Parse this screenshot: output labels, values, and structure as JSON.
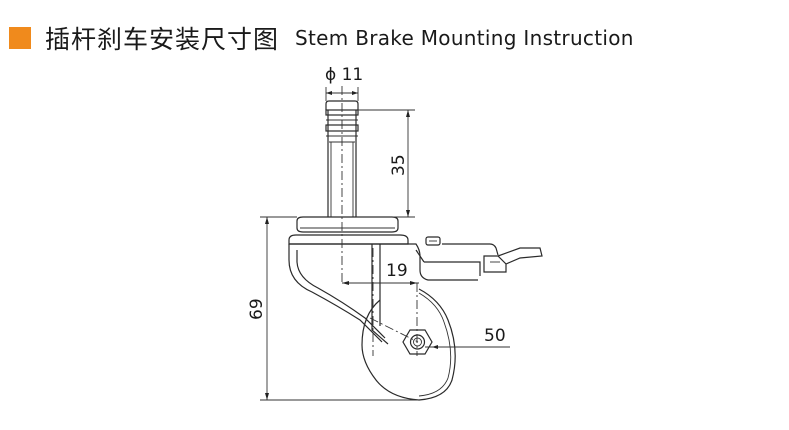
{
  "header": {
    "accent_color": "#f08a1c",
    "title_cn": "插杆刹车安装尺寸图",
    "title_en": "Stem Brake Mounting Instruction"
  },
  "dimensions": {
    "stem_diameter": "ϕ 11",
    "stem_length": "35",
    "overall_height": "69",
    "offset": "19",
    "wheel_diameter": "50"
  }
}
